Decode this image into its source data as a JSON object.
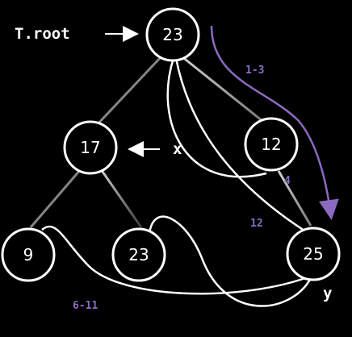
{
  "nodes": {
    "root": "23",
    "left": "17",
    "right": "12",
    "left_left": "9",
    "left_right": "23",
    "right_child": "25"
  },
  "labels": {
    "root_pointer": "T.root",
    "x_pointer": "x",
    "y_pointer": "y"
  },
  "steps": {
    "a": "1-3",
    "b": "4",
    "c": "12",
    "d": "6-11"
  },
  "colors": {
    "background": "#000000",
    "node_stroke": "#ffffff",
    "tree_edge": "#8a8a8a",
    "path_arrow": "#8b6bbf",
    "step_text": "#8b6bbf"
  }
}
